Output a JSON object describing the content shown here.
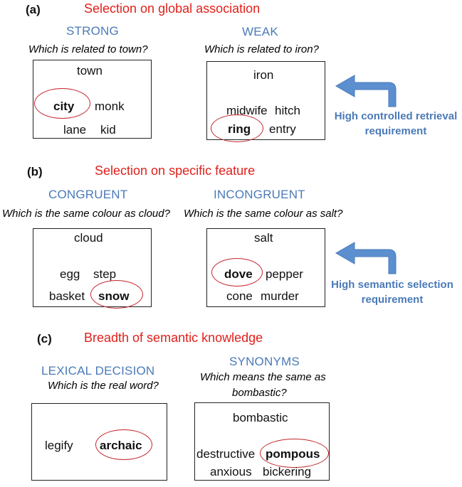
{
  "panel_a": {
    "label": "(a)",
    "title": "Selection on global association",
    "strong": {
      "heading": "STRONG",
      "question": "Which is related to town?",
      "probe": "town",
      "target": "city",
      "distractors": [
        "monk",
        "lane",
        "kid"
      ]
    },
    "weak": {
      "heading": "WEAK",
      "question": "Which is related to iron?",
      "probe": "iron",
      "target": "ring",
      "distractors": [
        "midwife",
        "hitch",
        "entry"
      ]
    },
    "requirement": [
      "High controlled retrieval",
      "requirement"
    ]
  },
  "panel_b": {
    "label": "(b)",
    "title": "Selection on specific feature",
    "congruent": {
      "heading": "CONGRUENT",
      "question": "Which is the same colour as cloud?",
      "probe": "cloud",
      "target": "snow",
      "distractors": [
        "egg",
        "step",
        "basket"
      ]
    },
    "incongruent": {
      "heading": "INCONGRUENT",
      "question": "Which is the same colour as salt?",
      "probe": "salt",
      "target": "dove",
      "distractors": [
        "pepper",
        "cone",
        "murder"
      ]
    },
    "requirement": [
      "High semantic selection",
      "requirement"
    ]
  },
  "panel_c": {
    "label": "(c)",
    "title": "Breadth of semantic knowledge",
    "lexical": {
      "heading": "LEXICAL DECISION",
      "question": "Which is the real word?",
      "target": "archaic",
      "distractors": [
        "legify"
      ]
    },
    "synonyms": {
      "heading": "SYNONYMS",
      "question": [
        "Which means the same as",
        "bombastic?"
      ],
      "probe": "bombastic",
      "target": "pompous",
      "distractors": [
        "destructive",
        "anxious",
        "bickering"
      ]
    }
  },
  "colors": {
    "title_red": "#e0211b",
    "condition_blue": "#4a7ab8",
    "oval_red": "#c3262b",
    "arrow_blue": "#5b8fd0"
  }
}
